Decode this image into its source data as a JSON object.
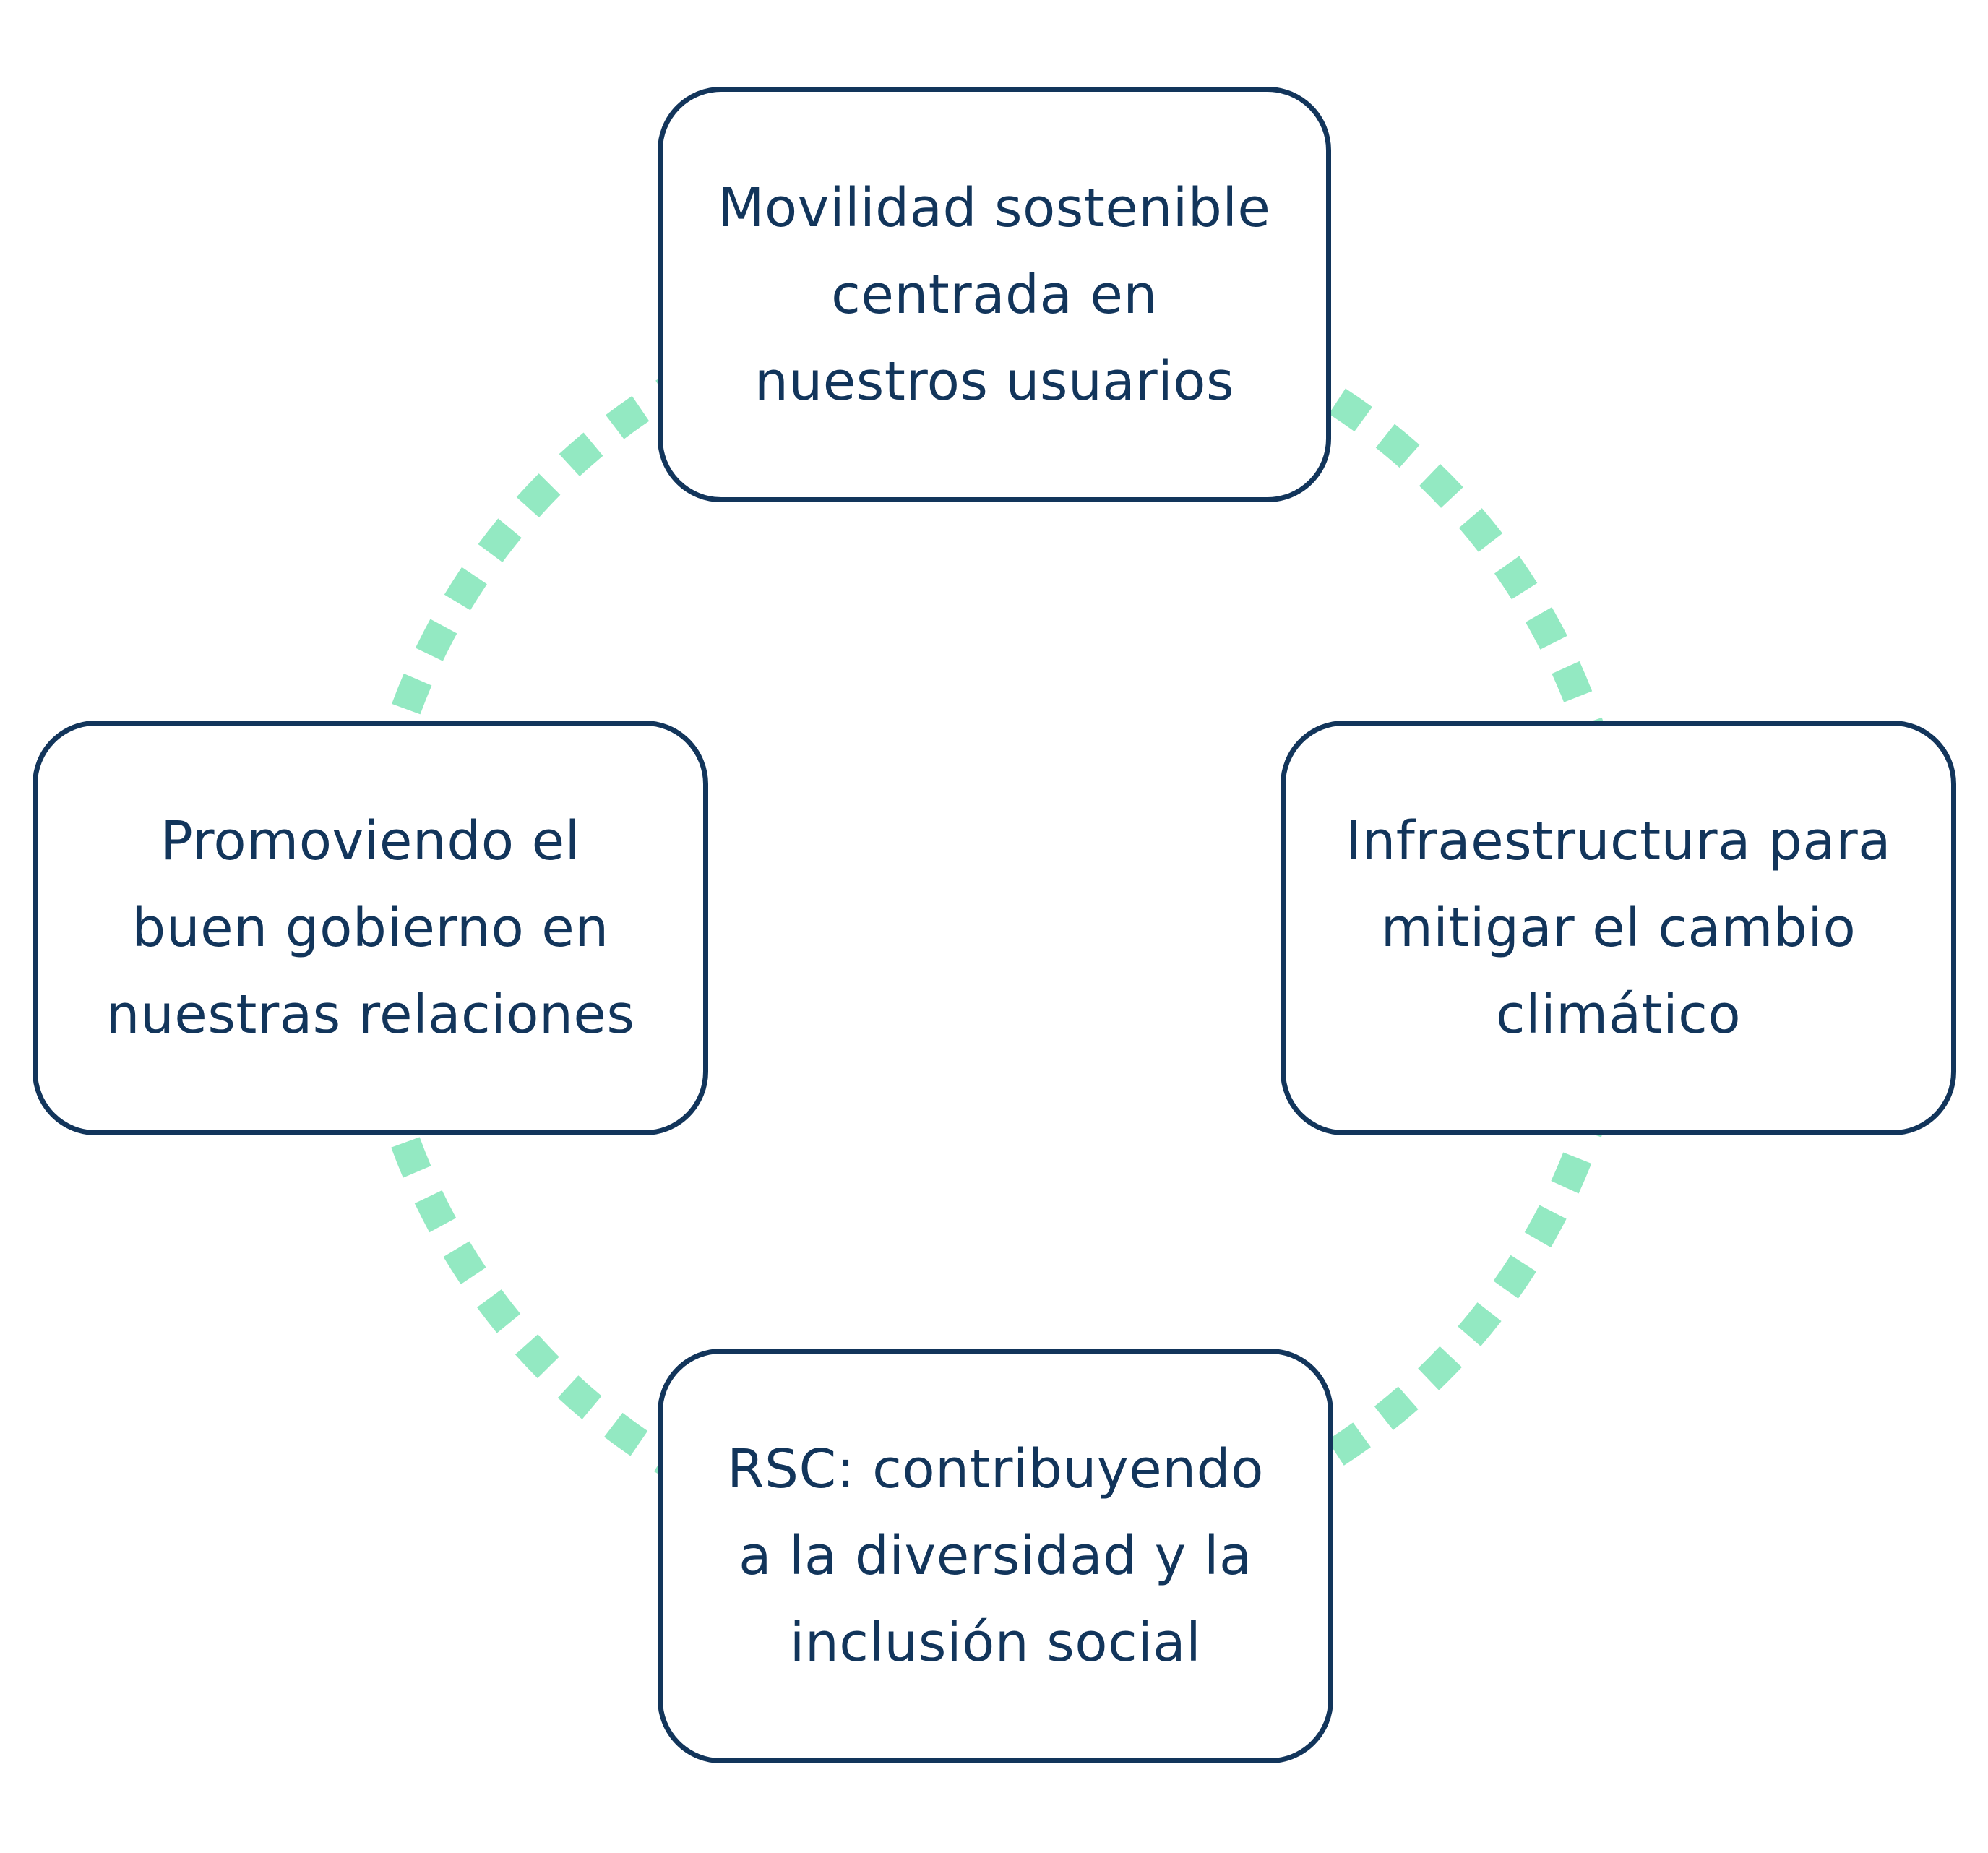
{
  "diagram": {
    "ring_color": "#93e9c2",
    "box_border_color": "#12355b",
    "text_color": "#12355b",
    "nodes": {
      "top": {
        "text": "Movilidad sostenible\ncentrada en\nnuestros usuarios"
      },
      "right": {
        "text": "Infraestructura para\nmitigar el cambio\nclimático"
      },
      "bottom": {
        "text": "RSC: contribuyendo\na la diversidad y la\ninclusión social"
      },
      "left": {
        "text": "Promoviendo el\nbuen gobierno en\nnuestras relaciones"
      }
    }
  }
}
